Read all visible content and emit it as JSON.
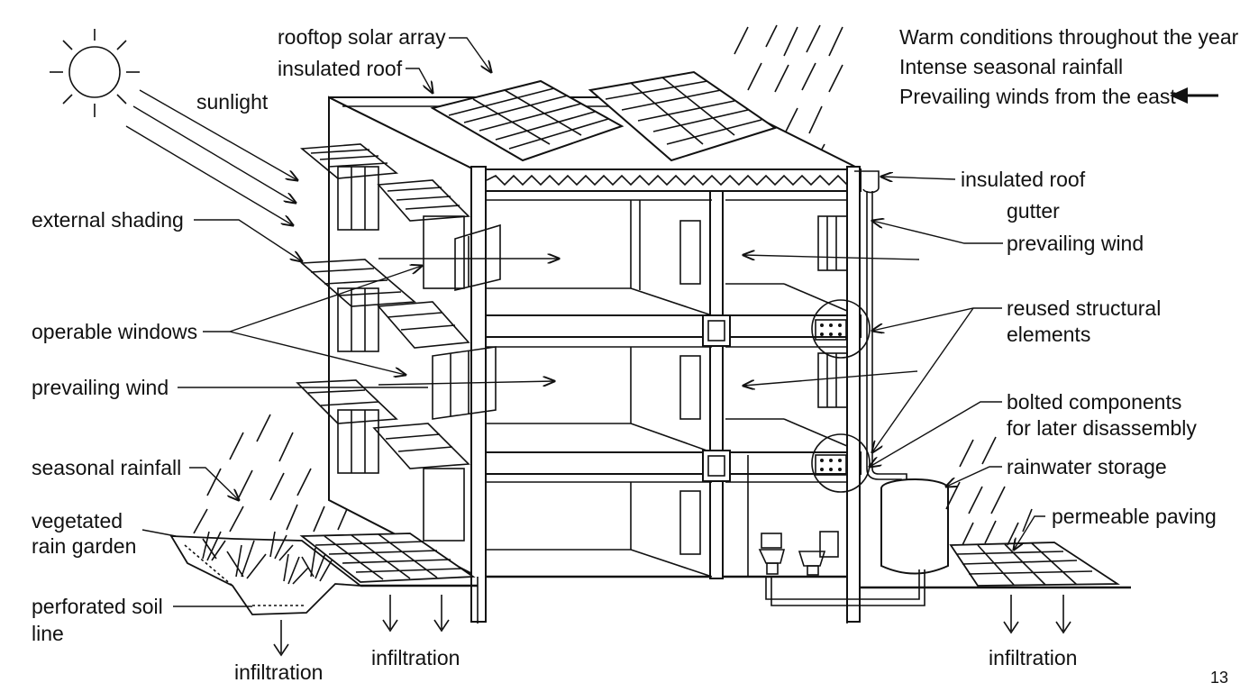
{
  "conditions": {
    "line1": "Warm conditions throughout the year",
    "line2": "Intense seasonal rainfall",
    "line3": "Prevailing winds from the east"
  },
  "labels": {
    "rooftop_solar": "rooftop solar array",
    "insulated_roof_left": "insulated roof",
    "sunlight": "sunlight",
    "external_shading": "external shading",
    "operable_windows": "operable windows",
    "prevailing_wind_left": "prevailing wind",
    "seasonal_rainfall": "seasonal rainfall",
    "rain_garden_1": "vegetated",
    "rain_garden_2": "rain garden",
    "perforated_1": "perforated soil",
    "perforated_2": "line",
    "infiltration_1": "infiltration",
    "infiltration_2": "infiltration",
    "infiltration_3": "infiltration",
    "insulated_roof_right": "insulated roof",
    "gutter": "gutter",
    "prevailing_wind_right": "prevailing wind",
    "reused_1": "reused structural",
    "reused_2": "elements",
    "bolted_1": "bolted components",
    "bolted_2": "for later disassembly",
    "rainwater_storage": "rainwater storage",
    "permeable_paving": "permeable paving"
  },
  "page_number": "13"
}
